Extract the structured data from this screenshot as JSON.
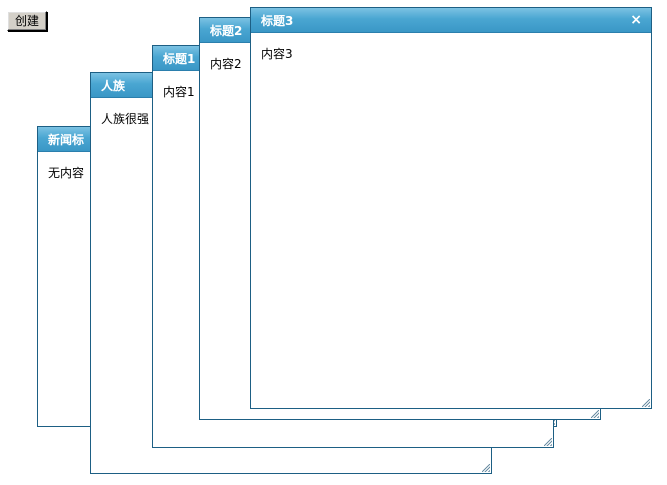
{
  "toolbar": {
    "create_label": "创建"
  },
  "windows": [
    {
      "title": "新闻标",
      "content": "无内容"
    },
    {
      "title": "人族",
      "content": "人族很强"
    },
    {
      "title": "标题1",
      "content": "内容1"
    },
    {
      "title": "标题2",
      "content": "内容2"
    },
    {
      "title": "标题3",
      "content": "内容3",
      "close_icon": "×"
    }
  ],
  "colors": {
    "titlebar": "#4aa6d2",
    "border": "#1d5f84"
  }
}
